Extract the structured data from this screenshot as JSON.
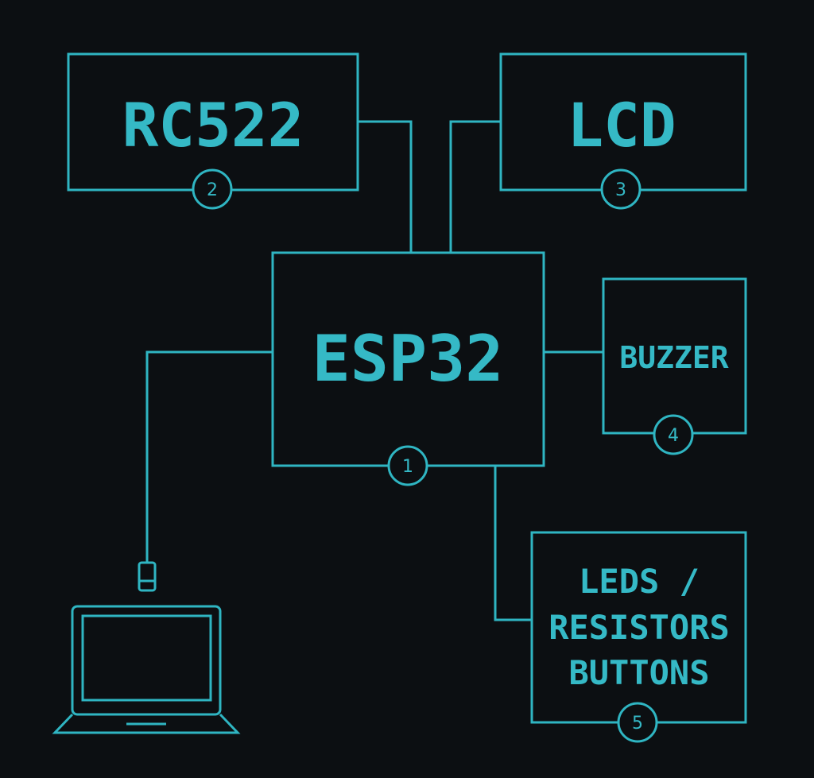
{
  "colors": {
    "background": "#0c0f12",
    "line": "#2fb5c2",
    "text": "#35b9c6"
  },
  "blocks": {
    "rc522": {
      "label": "RC522",
      "badge": "2"
    },
    "lcd": {
      "label": "LCD",
      "badge": "3"
    },
    "esp32": {
      "label": "ESP32",
      "badge": "1"
    },
    "buzzer": {
      "label": "BUZZER",
      "badge": "4"
    },
    "leds": {
      "line1": "LEDS /",
      "line2": "RESISTORS",
      "line3": "BUTTONS",
      "badge": "5"
    }
  },
  "icons": {
    "computer": "laptop-icon",
    "connector": "usb-connector-icon"
  }
}
